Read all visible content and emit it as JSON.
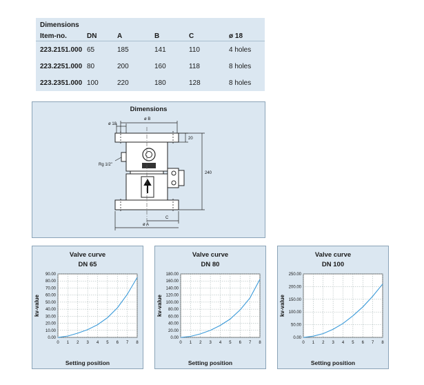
{
  "dimensions_table": {
    "title": "Dimensions",
    "headers": [
      "Item-no.",
      "DN",
      "A",
      "B",
      "C",
      "ø 18"
    ],
    "rows": [
      [
        "223.2151.000",
        "65",
        "185",
        "141",
        "110",
        "4 holes"
      ],
      [
        "223.2251.000",
        "80",
        "200",
        "160",
        "118",
        "8 holes"
      ],
      [
        "223.2351.000",
        "100",
        "220",
        "180",
        "128",
        "8 holes"
      ]
    ]
  },
  "drawing": {
    "title": "Dimensions",
    "labels": {
      "bolt_hole": "ø 18",
      "top_dim": "ø B",
      "flange_height": "20",
      "overall_height": "240",
      "thread": "Rg 1/2\"",
      "c_dim": "C",
      "bottom_dim": "ø A"
    }
  },
  "colors": {
    "panel_bg": "#dbe7f1",
    "curve": "#3a9ad9"
  },
  "chart_data": [
    {
      "type": "line",
      "title": "Valve curve",
      "subtitle": "DN 65",
      "xlabel": "Setting position",
      "ylabel": "kv-value",
      "xlim": [
        0,
        8
      ],
      "ylim": [
        0,
        90
      ],
      "xticks": [
        0,
        1,
        2,
        3,
        4,
        5,
        6,
        7,
        8
      ],
      "yticks": [
        0,
        10,
        20,
        30,
        40,
        50,
        60,
        70,
        80,
        90
      ],
      "ytick_labels": [
        "0.00",
        "10.00",
        "20.00",
        "30.00",
        "40.00",
        "50.00",
        "60.00",
        "70.00",
        "80.00",
        "90.00"
      ],
      "grid": true,
      "x": [
        0,
        1,
        2,
        3,
        4,
        5,
        6,
        7,
        8
      ],
      "y": [
        0,
        2,
        6,
        11,
        18,
        28,
        42,
        61,
        85
      ]
    },
    {
      "type": "line",
      "title": "Valve curve",
      "subtitle": "DN 80",
      "xlabel": "Setting position",
      "ylabel": "kv-value",
      "xlim": [
        0,
        8
      ],
      "ylim": [
        0,
        180
      ],
      "xticks": [
        0,
        1,
        2,
        3,
        4,
        5,
        6,
        7,
        8
      ],
      "yticks": [
        0,
        20,
        40,
        60,
        80,
        100,
        120,
        140,
        160,
        180
      ],
      "ytick_labels": [
        "0.00",
        "20.00",
        "40.00",
        "60.00",
        "80.00",
        "100.00",
        "120.00",
        "140.00",
        "160.00",
        "180.00"
      ],
      "grid": true,
      "x": [
        0,
        1,
        2,
        3,
        4,
        5,
        6,
        7,
        8
      ],
      "y": [
        0,
        3,
        10,
        20,
        34,
        52,
        78,
        112,
        165
      ]
    },
    {
      "type": "line",
      "title": "Valve curve",
      "subtitle": "DN 100",
      "xlabel": "Setting position",
      "ylabel": "kv-value",
      "xlim": [
        0,
        8
      ],
      "ylim": [
        0,
        250
      ],
      "xticks": [
        0,
        1,
        2,
        3,
        4,
        5,
        6,
        7,
        8
      ],
      "yticks": [
        0,
        50,
        100,
        150,
        200,
        250
      ],
      "ytick_labels": [
        "0.00",
        "50.00",
        "100.00",
        "150.00",
        "200.00",
        "250.00"
      ],
      "grid": true,
      "x": [
        0,
        1,
        2,
        3,
        4,
        5,
        6,
        7,
        8
      ],
      "y": [
        0,
        5,
        15,
        32,
        55,
        85,
        120,
        162,
        210
      ]
    }
  ]
}
